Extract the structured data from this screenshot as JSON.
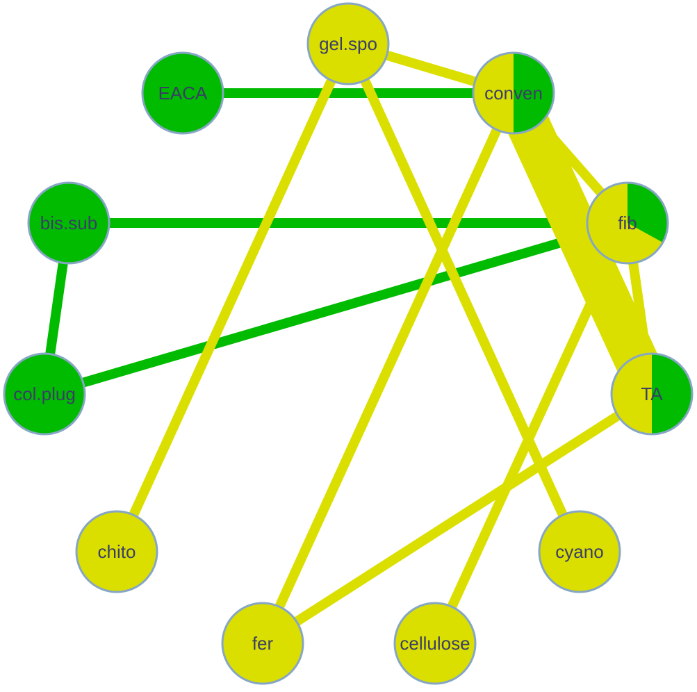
{
  "colors": {
    "green": "#00bb00",
    "yellow": "#dbdf00",
    "node_border": "#86a6c4",
    "label": "#3a3f66",
    "background": "#ffffff"
  },
  "nodes": [
    {
      "id": "gel.spo",
      "label": "gel.spo",
      "green_fraction": 0
    },
    {
      "id": "EACA",
      "label": "EACA",
      "green_fraction": 1
    },
    {
      "id": "conven",
      "label": "conven",
      "green_fraction": 0.5
    },
    {
      "id": "bis.sub",
      "label": "bis.sub",
      "green_fraction": 1
    },
    {
      "id": "fib",
      "label": "fib",
      "green_fraction": 0.33
    },
    {
      "id": "col.plug",
      "label": "col.plug",
      "green_fraction": 1
    },
    {
      "id": "TA",
      "label": "TA",
      "green_fraction": 0.5
    },
    {
      "id": "chito",
      "label": "chito",
      "green_fraction": 0
    },
    {
      "id": "cyano",
      "label": "cyano",
      "green_fraction": 0
    },
    {
      "id": "fer",
      "label": "fer",
      "green_fraction": 0
    },
    {
      "id": "cellulose",
      "label": "cellulose",
      "green_fraction": 0
    }
  ],
  "edges": [
    {
      "source": "EACA",
      "target": "conven",
      "color": "green",
      "weight": 1
    },
    {
      "source": "bis.sub",
      "target": "fib",
      "color": "green",
      "weight": 1
    },
    {
      "source": "bis.sub",
      "target": "col.plug",
      "color": "green",
      "weight": 1
    },
    {
      "source": "col.plug",
      "target": "fib",
      "color": "green",
      "weight": 1
    },
    {
      "source": "gel.spo",
      "target": "conven",
      "color": "yellow",
      "weight": 1
    },
    {
      "source": "gel.spo",
      "target": "chito",
      "color": "yellow",
      "weight": 1
    },
    {
      "source": "gel.spo",
      "target": "cyano",
      "color": "yellow",
      "weight": 1
    },
    {
      "source": "conven",
      "target": "fer",
      "color": "yellow",
      "weight": 1
    },
    {
      "source": "conven",
      "target": "fib",
      "color": "yellow",
      "weight": 1
    },
    {
      "source": "conven",
      "target": "TA",
      "color": "yellow",
      "weight": 4.5
    },
    {
      "source": "fib",
      "target": "TA",
      "color": "yellow",
      "weight": 1
    },
    {
      "source": "fib",
      "target": "cellulose",
      "color": "yellow",
      "weight": 1
    },
    {
      "source": "TA",
      "target": "fer",
      "color": "yellow",
      "weight": 1
    }
  ]
}
